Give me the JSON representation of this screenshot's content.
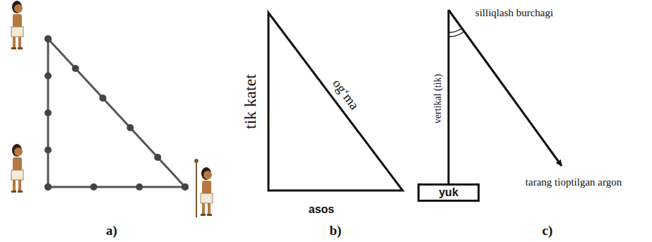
{
  "diagram": {
    "nodes": [
      {
        "text": [
          "yuk"
        ]
      }
    ],
    "labels": [
      "tik katet",
      "og‘ma",
      "asos",
      "silliqlash burchagi",
      "vertikal (tik)",
      "tarang tioptilgan argon",
      "a)",
      "b)",
      "c)"
    ]
  }
}
